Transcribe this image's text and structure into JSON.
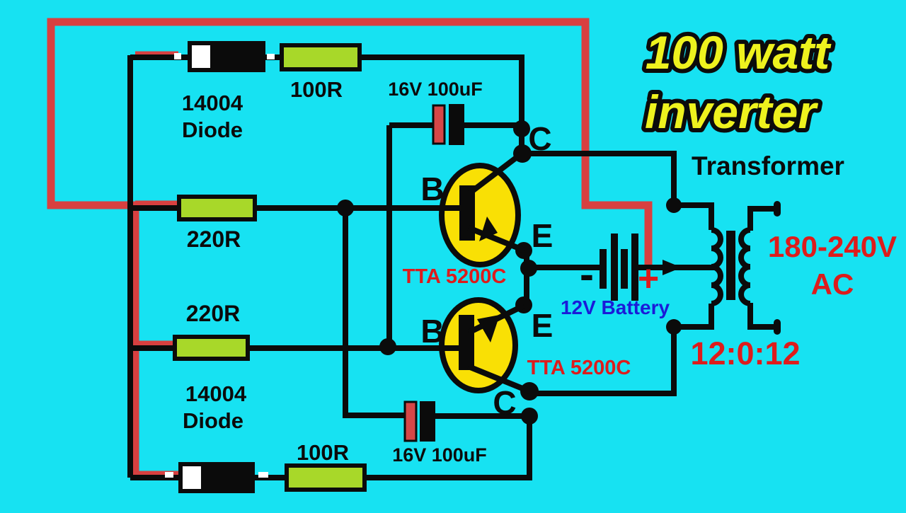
{
  "title": {
    "line1": "100 watt",
    "line2": "inverter"
  },
  "components": {
    "diode_top": {
      "value": "14004",
      "caption": "Diode"
    },
    "diode_bottom": {
      "value": "14004",
      "caption": "Diode"
    },
    "resistor_top": {
      "value": "100R"
    },
    "resistor_bottom": {
      "value": "100R"
    },
    "resistor_base1": {
      "value": "220R"
    },
    "resistor_base2": {
      "value": "220R"
    },
    "capacitor_top": {
      "value": "16V 100uF"
    },
    "capacitor_bottom": {
      "value": "16V 100uF"
    },
    "transistor1": {
      "part": "TTA 5200C",
      "pin_b": "B",
      "pin_c": "C",
      "pin_e": "E"
    },
    "transistor2": {
      "part": "TTA 5200C",
      "pin_b": "B",
      "pin_c": "C",
      "pin_e": "E"
    }
  },
  "battery": {
    "label": "12V Battery",
    "minus": "-",
    "plus": "+"
  },
  "transformer": {
    "label": "Transformer",
    "output_voltage": "180-240V",
    "output_type": "AC",
    "ratio": "12:0:12"
  },
  "colors": {
    "background": "#17e2f2",
    "wire": "#0b0b0b",
    "red_wire": "#d84040",
    "component_green": "#a8d829",
    "transistor_yellow": "#f9e005",
    "cap_red": "#d64747",
    "text_red": "#dd1c1c",
    "text_blue": "#1b1bd8",
    "title_yellow": "#eef21e",
    "title_outline": "#0b0b0b",
    "white": "#ffffff"
  }
}
